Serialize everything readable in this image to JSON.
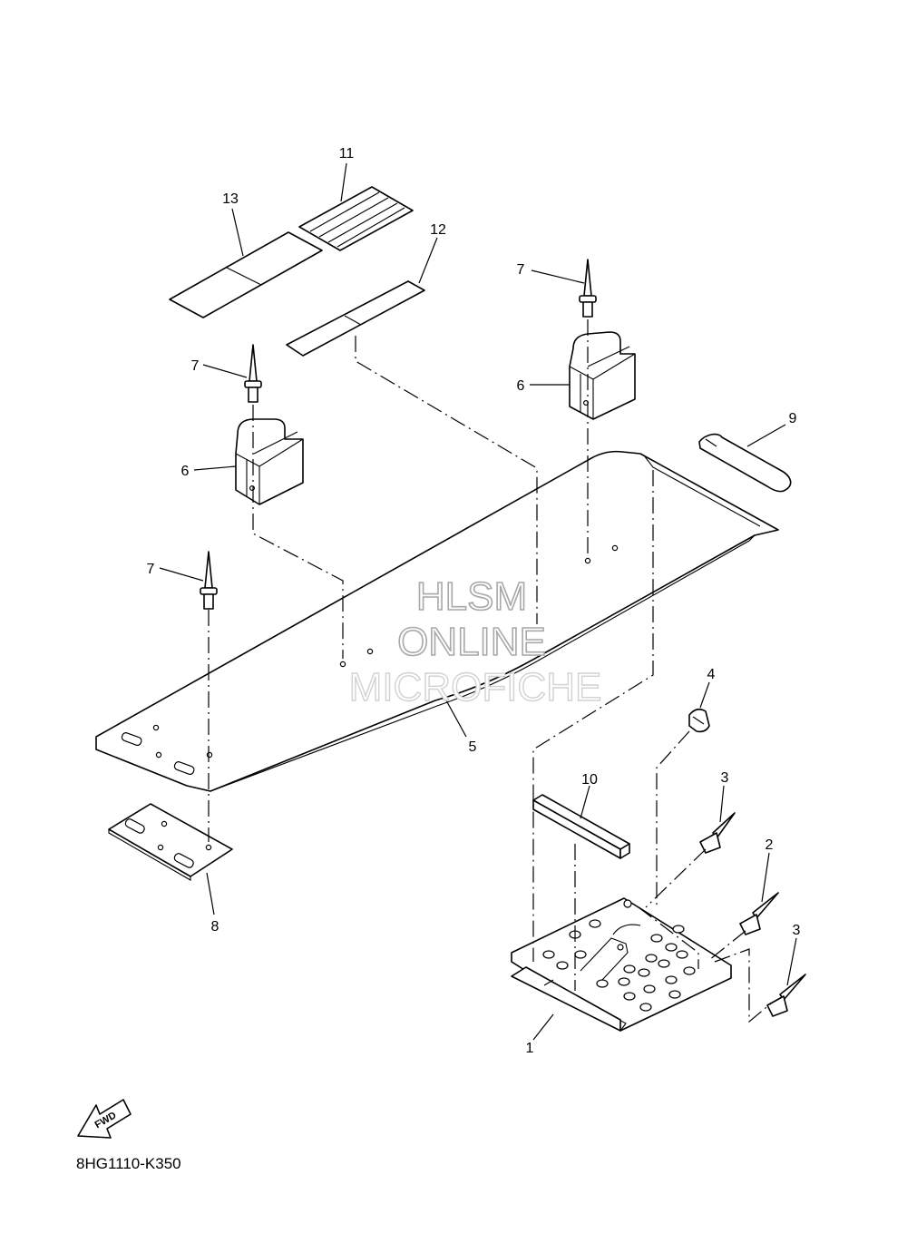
{
  "diagram_code": "8HG1110-K350",
  "fwd_badge": "FWD",
  "watermark": [
    "HLSM",
    "ONLINE",
    "MICROFICHE"
  ],
  "callouts": {
    "p1": "1",
    "p2": "2",
    "p3a": "3",
    "p3b": "3",
    "p4": "4",
    "p5": "5",
    "p6a": "6",
    "p6b": "6",
    "p7a": "7",
    "p7b": "7",
    "p7c": "7",
    "p8": "8",
    "p9": "9",
    "p10": "10",
    "p11": "11",
    "p12": "12",
    "p13": "13"
  }
}
